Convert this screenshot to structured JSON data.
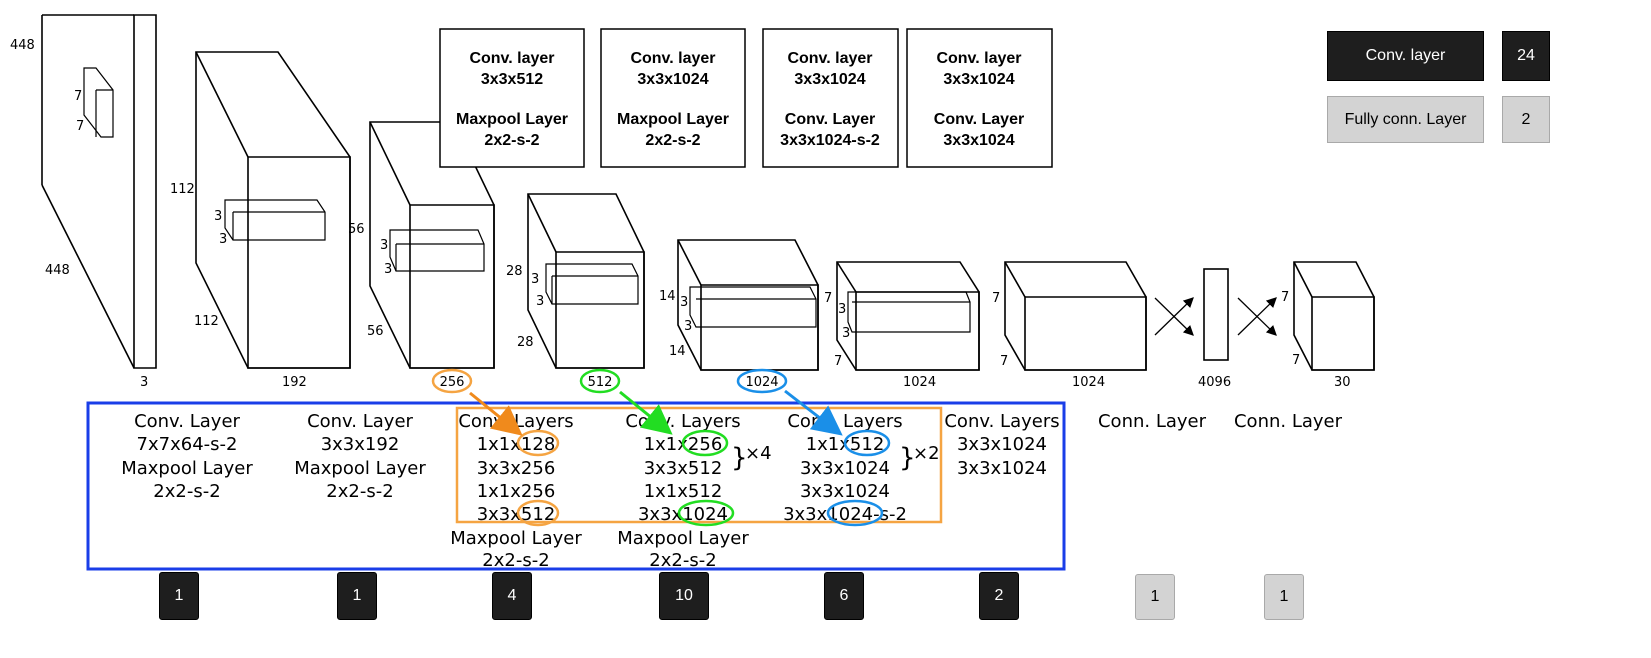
{
  "legend": {
    "conv_label": "Conv. layer",
    "conv_count": "24",
    "fc_label": "Fully conn. Layer",
    "fc_count": "2",
    "conv_color": "#1e1e1e",
    "fc_color": "#d3d3d3"
  },
  "top_boxes": [
    [
      "Conv. layer",
      "3x3x512",
      "Maxpool Layer",
      "2x2-s-2"
    ],
    [
      "Conv. layer",
      "3x3x1024",
      "Maxpool Layer",
      "2x2-s-2"
    ],
    [
      "Conv. layer",
      "3x3x1024",
      "Conv. Layer",
      "3x3x1024-s-2"
    ],
    [
      "Conv. layer",
      "3x3x1024",
      "Conv. Layer",
      "3x3x1024"
    ]
  ],
  "volumes": {
    "input": {
      "height": "448",
      "width": "448",
      "depth": "3",
      "kernel": [
        "7",
        "7"
      ]
    },
    "v2": {
      "height": "112",
      "width": "112",
      "depth": "192",
      "kernel": [
        "3",
        "3"
      ]
    },
    "v3": {
      "height": "56",
      "width": "56",
      "depth": "256",
      "kernel": [
        "3",
        "3"
      ]
    },
    "v4": {
      "height": "28",
      "width": "28",
      "depth": "512",
      "kernel": [
        "3",
        "3"
      ]
    },
    "v5": {
      "height": "14",
      "width": "14",
      "depth": "1024",
      "kernel": [
        "3",
        "3"
      ]
    },
    "v6": {
      "height": "7",
      "width": "7",
      "depth": "1024",
      "kernel": [
        "3",
        "3"
      ]
    },
    "v7": {
      "height": "7",
      "width": "7",
      "depth": "1024"
    },
    "fc1": {
      "depth": "4096"
    },
    "output": {
      "height": "7",
      "width": "7",
      "depth": "30"
    }
  },
  "blocks": [
    {
      "lines": [
        "Conv. Layer",
        "7x7x64-s-2",
        "Maxpool Layer",
        "2x2-s-2"
      ],
      "count": "1"
    },
    {
      "lines": [
        "Conv. Layer",
        "3x3x192",
        "Maxpool Layer",
        "2x2-s-2"
      ],
      "count": "1"
    },
    {
      "lines": [
        "Conv. Layers",
        "1x1x128",
        "3x3x256",
        "1x1x256",
        "3x3x512",
        "Maxpool Layer",
        "2x2-s-2"
      ],
      "count": "4"
    },
    {
      "lines": [
        "Conv. Layers",
        "1x1x256",
        "3x3x512",
        "1x1x512",
        "3x3x1024",
        "Maxpool Layer",
        "2x2-s-2"
      ],
      "repeat": "×4",
      "count": "10"
    },
    {
      "lines": [
        "Conv. Layers",
        "1x1x512",
        "3x3x1024",
        "3x3x1024",
        "3x3x1024-s-2"
      ],
      "repeat": "×2",
      "count": "6"
    },
    {
      "lines": [
        "Conv. Layers",
        "3x3x1024",
        "3x3x1024"
      ],
      "count": "2"
    },
    {
      "lines": [
        "Conn. Layer"
      ],
      "count": "1"
    },
    {
      "lines": [
        "Conn. Layer"
      ],
      "count": "1"
    }
  ],
  "colors": {
    "blue_frame": "#1a3ee8",
    "orange": "#f5a442",
    "orange_arrow": "#f08a1c",
    "green": "#22dd22",
    "blue_highlight": "#1a8fe8"
  }
}
